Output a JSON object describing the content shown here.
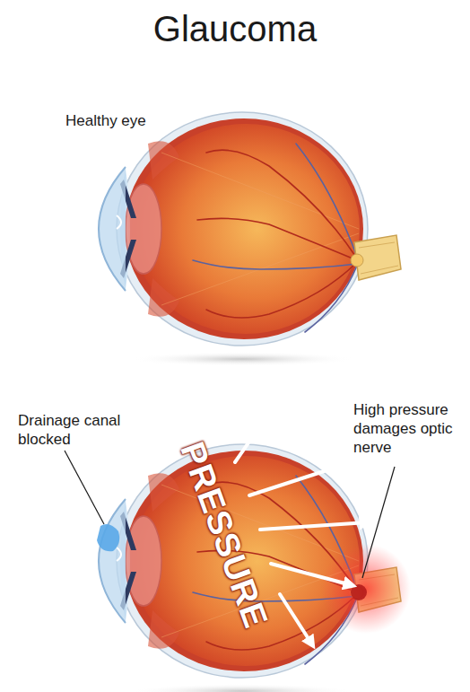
{
  "diagram": {
    "title": "Glaucoma",
    "labels": [
      "Healthy eye",
      "Drainage canal blocked",
      "High pressure damages optic nerve",
      "PRESSURE"
    ]
  }
}
